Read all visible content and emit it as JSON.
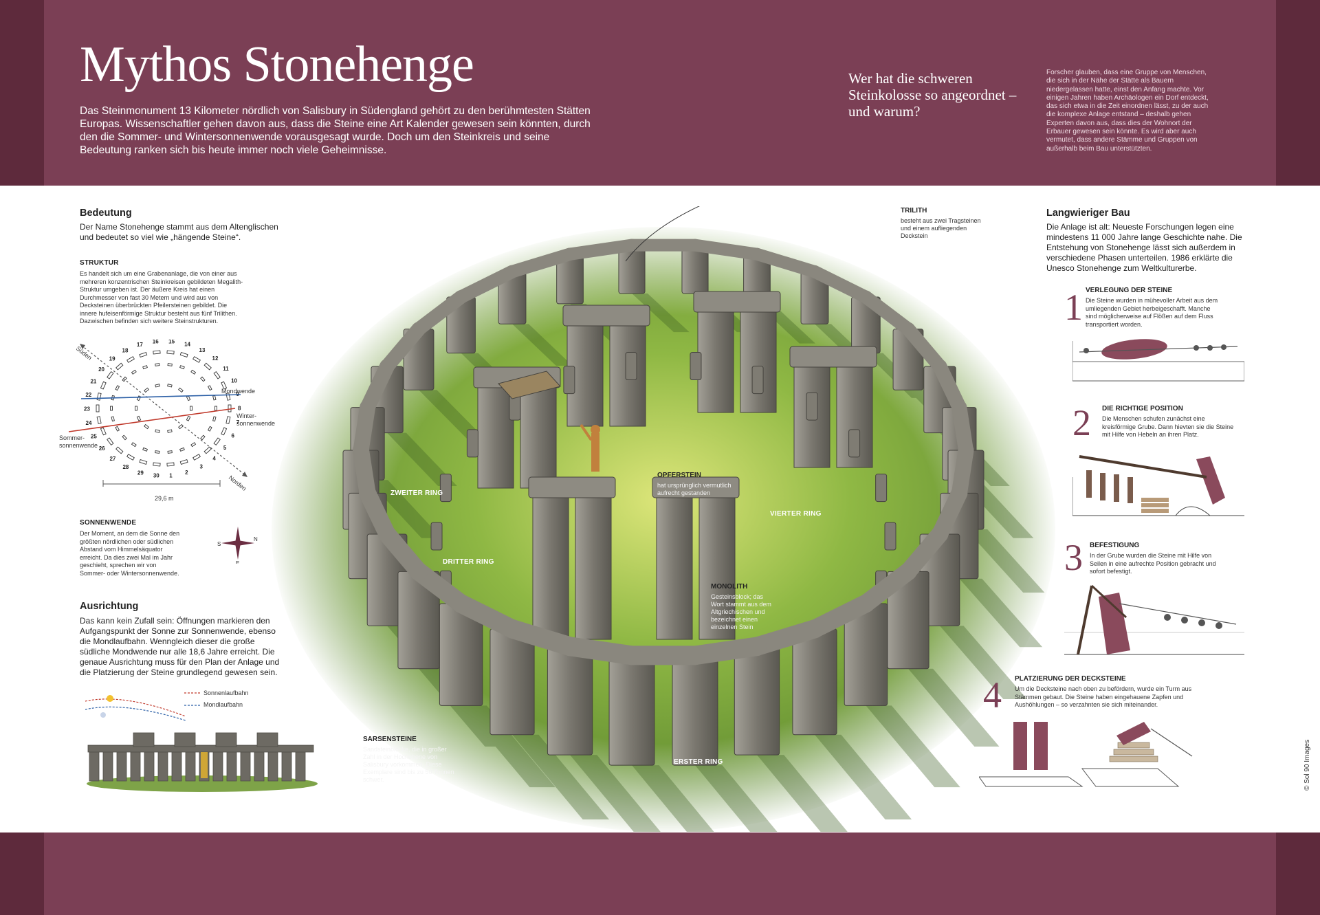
{
  "header": {
    "title": "Mythos Stonehenge",
    "intro": "Das Steinmonument 13 Kilometer nördlich von Salisbury in Südengland gehört zu den berühmtesten Stätten Europas. Wissenschaftler gehen davon aus, dass die Steine eine Art Kalender gewesen sein könnten, durch den die Sommer- und Wintersonnenwende vorausgesagt wurde. Doch um den Steinkreis und seine Bedeutung ranken sich bis heute immer noch viele Geheimnisse.",
    "question": "Wer hat die schweren Steinkolosse so angeordnet – und warum?",
    "question_body": "Forscher glauben, dass eine Gruppe von Menschen, die sich in der Nähe der Stätte als Bauern niedergelassen hatte, einst den Anfang machte. Vor einigen Jahren haben Archäologen ein Dorf entdeckt, das sich etwa in die Zeit einordnen lässt, zu der auch die komplexe Anlage entstand – deshalb gehen Experten davon aus, dass dies der Wohnort der Erbauer gewesen sein könnte. Es wird aber auch vermutet, dass andere Stämme und Gruppen von außerhalb beim Bau unterstützten."
  },
  "left": {
    "bedeutung_title": "Bedeutung",
    "bedeutung_body": "Der Name Stonehenge stammt aus dem Altenglischen und bedeutet so viel wie „hängende Steine“.",
    "struktur_title": "STRUKTUR",
    "struktur_body": "Es handelt sich um eine Grabenanlage, die von einer aus mehreren konzentrischen Steinkreisen gebildeten Megalith-Struktur umgeben ist. Der äußere Kreis hat einen Durchmesser von fast 30 Metern und wird aus von Decksteinen überbrückten Pfeilersteinen gebildet. Die innere hufeisenförmige Struktur besteht aus fünf Trilithen. Dazwischen befinden sich weitere Steinstrukturen.",
    "diagram": {
      "sueden": "Süden",
      "norden": "Norden",
      "mondwende": "Mondwende",
      "winter": "Winter-",
      "winter2": "sonnenwende",
      "sommer": "Sommer-",
      "sommer2": "sonnenwende",
      "scale": "29,6 m",
      "numbers": [
        "1",
        "2",
        "3",
        "4",
        "5",
        "6",
        "7",
        "8",
        "9",
        "10",
        "11",
        "12",
        "13",
        "14",
        "15",
        "16",
        "17",
        "18",
        "19",
        "20",
        "21",
        "22",
        "23",
        "24",
        "25",
        "26",
        "27",
        "28",
        "29",
        "30"
      ]
    },
    "sonnenwende_title": "SONNENWENDE",
    "sonnenwende_body": "Der Moment, an dem die Sonne den größten nördlichen oder südlichen Abstand vom Himmelsäquator erreicht. Da dies zwei Mal im Jahr geschieht, sprechen wir von Sommer- oder Wintersonnenwende.",
    "compass": {
      "n": "N",
      "s": "S",
      "e": "E"
    },
    "ausrichtung_title": "Ausrichtung",
    "ausrichtung_body": "Das kann kein Zufall sein: Öffnungen markieren den Aufgangspunkt der Sonne zur Sonnenwende, ebenso die Mondlaufbahn. Wenngleich dieser die große südliche Mondwende nur alle 18,6 Jahre erreicht. Die genaue Ausrichtung muss für den Plan der Anlage und die Platzierung der Steine grundlegend gewesen sein.",
    "legend_sun": "Sonnenlaufbahn",
    "legend_moon": "Mondlaufbahn"
  },
  "scene": {
    "trilith_title": "TRILITH",
    "trilith_body": "besteht aus zwei Tragsteinen und einem aufliegenden Deckstein",
    "opferstein_title": "OPFERSTEIN",
    "opferstein_body": "hat ursprünglich vermutlich aufrecht gestanden",
    "monolith_title": "MONOLITH",
    "monolith_body": "Gesteinsblock; das Wort stammt aus dem Altgriechischen und bezeichnet einen einzelnen Stein",
    "sarsen_title": "SARSENSTEINE",
    "sarsen_body": "Sandsteinblöcke, die in großer Zahl in der Hochebene von Salisbury vorkommen. Diese Exemplare sind bis zu 50 Tonnen schwer.",
    "ring1": "ERSTER RING",
    "ring2": "ZWEITER RING",
    "ring3": "DRITTER RING",
    "ring4": "VIERTER RING"
  },
  "right": {
    "title": "Langwieriger Bau",
    "body": "Die Anlage ist alt: Neueste Forschungen legen eine mindestens 11 000 Jahre lange Geschichte nahe. Die Entstehung von Stonehenge lässt sich außerdem in verschiedene Phasen unterteilen. 1986 erklärte die Unesco Stonehenge zum Weltkulturerbe.",
    "steps": [
      {
        "num": "1",
        "head": "VERLEGUNG DER STEINE",
        "body": "Die Steine wurden in mühevoller Arbeit aus dem umliegenden Gebiet herbeigeschafft. Manche sind möglicherweise auf Flößen auf dem Fluss transportiert worden."
      },
      {
        "num": "2",
        "head": "DIE RICHTIGE POSITION",
        "body": "Die Menschen schufen zunächst eine kreisförmige Grube. Dann hievten sie die Steine mit Hilfe von Hebeln an ihren Platz."
      },
      {
        "num": "3",
        "head": "BEFESTIGUNG",
        "body": "In der Grube wurden die Steine mit Hilfe von Seilen in eine aufrechte Position gebracht und sofort befestigt."
      },
      {
        "num": "4",
        "head": "PLATZIERUNG DER DECKSTEINE",
        "body": "Um die Decksteine nach oben zu befördern, wurde ein Turm aus Stämmen gebaut. Die Steine haben eingehauene Zapfen und Aushöhlungen – so verzahnten sie sich miteinander."
      }
    ]
  },
  "credit": "© Sol 90 Images",
  "colors": {
    "band": "#7b3f55",
    "band_dark": "#5e2a3c",
    "grass": "#6f9a3a",
    "stone": "#7d7a72"
  }
}
